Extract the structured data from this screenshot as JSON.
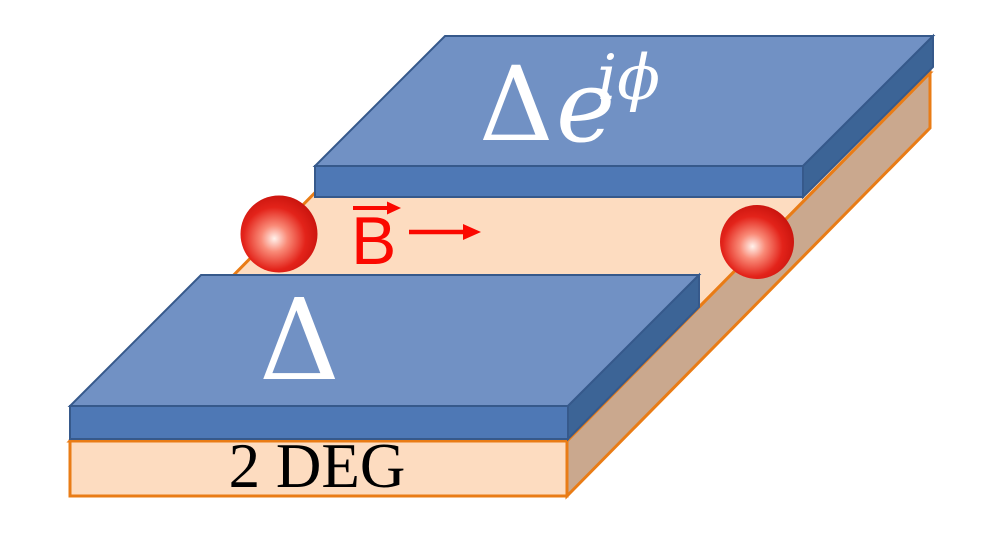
{
  "labels": {
    "phase_contact": {
      "delta": "Δ",
      "e": "e",
      "superscript": "iϕ"
    },
    "plain_contact": {
      "delta": "Δ"
    },
    "substrate": "2 DEG",
    "field": "B"
  },
  "colors": {
    "slab_top": "#7191C4",
    "slab_front": "#4E78B5",
    "slab_side": "#3C6496",
    "slab_stroke": "#36598B",
    "substrate_top": "#FDDCC0",
    "substrate_front": "#FDDCC0",
    "substrate_side": "#CAA88E",
    "substrate_stroke": "#E97C16",
    "field_color": "#FB0800",
    "label_light": "#FFFFFF",
    "label_dark": "#000000",
    "sphere_core": "#FFF2EC",
    "sphere_light": "#F98A77",
    "sphere_main": "#E3231A",
    "sphere_edge": "#AE0400"
  }
}
